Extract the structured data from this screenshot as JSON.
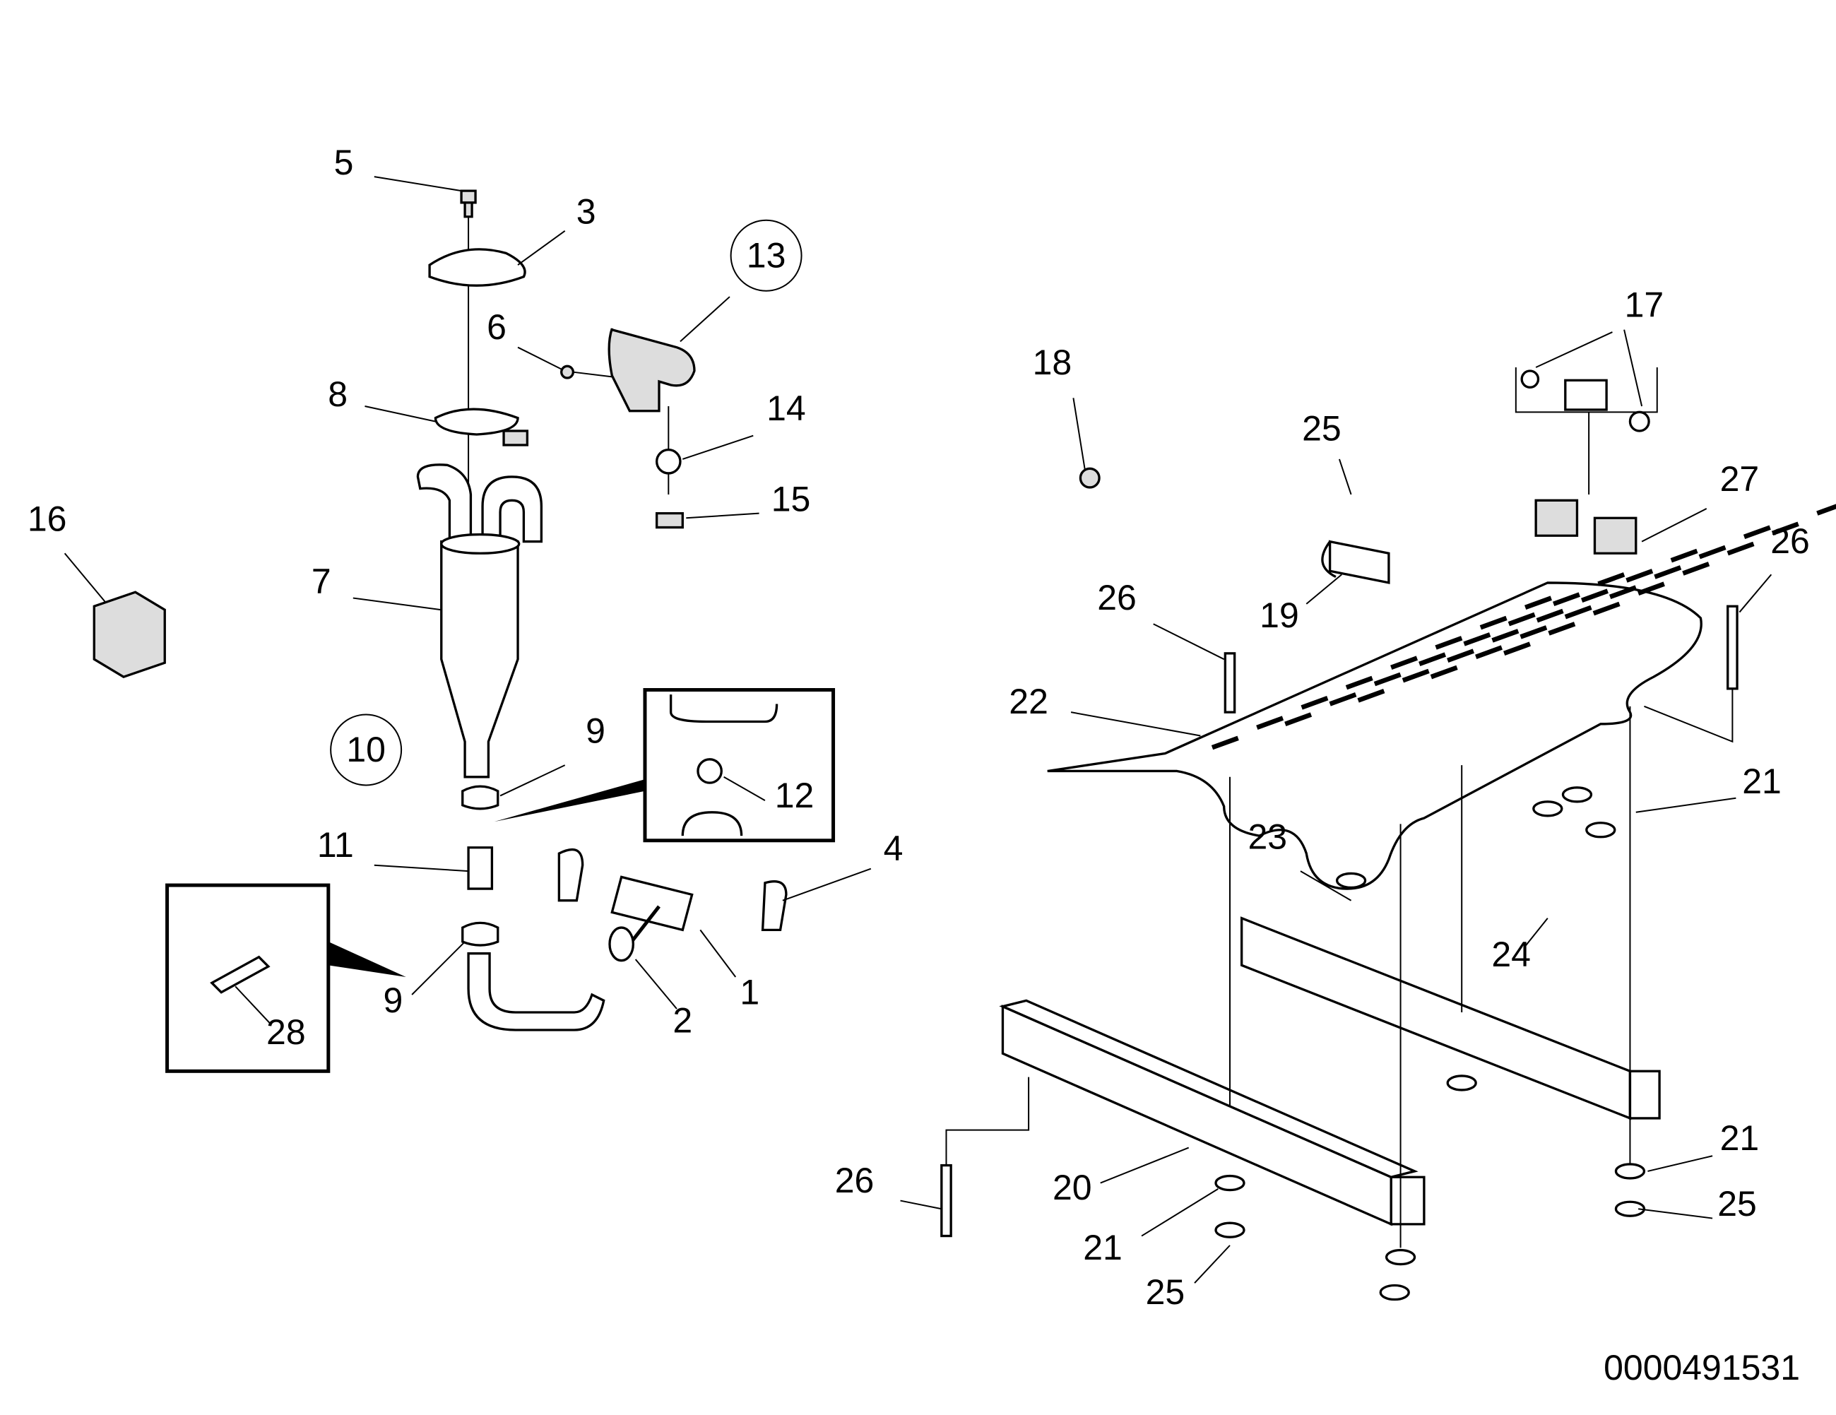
{
  "diagram": {
    "type": "exploded parts diagram",
    "drawing_number": "0000491531",
    "callouts": [
      "5",
      "3",
      "13",
      "6",
      "8",
      "14",
      "15",
      "16",
      "7",
      "10",
      "9",
      "12",
      "11",
      "4",
      "1",
      "2",
      "9",
      "28",
      "18",
      "17",
      "25",
      "27",
      "26",
      "26",
      "19",
      "22",
      "21",
      "23",
      "24",
      "21",
      "25",
      "26",
      "20",
      "21",
      "25"
    ],
    "circled_callouts": [
      "13",
      "10"
    ]
  }
}
